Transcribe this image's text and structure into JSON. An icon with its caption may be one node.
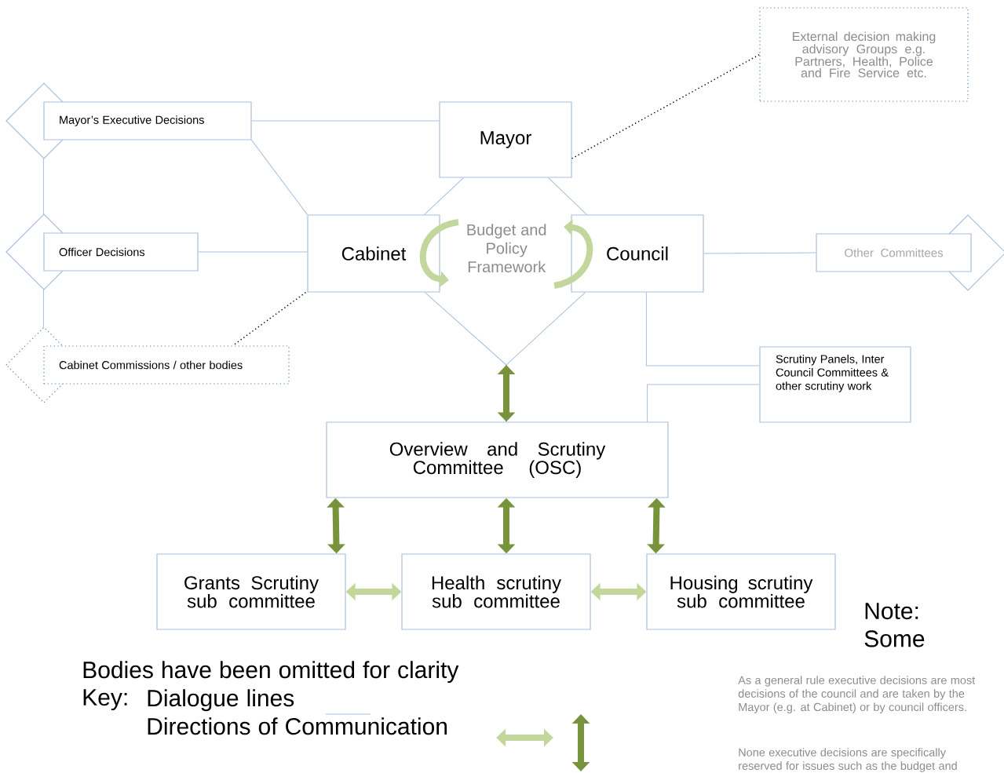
{
  "diagram": {
    "nodes": [
      {
        "text": [
          "External decision making advisory Groups e.g. Partners, Health, Police and Fire Service etc."
        ]
      },
      {
        "text": [
          "Mayor’s Executive Decisions"
        ]
      },
      {
        "text": [
          "Mayor"
        ]
      },
      {
        "text": [
          "Officer Decisions"
        ]
      },
      {
        "text": [
          "Cabinet"
        ]
      },
      {
        "text": [
          "Council"
        ]
      },
      {
        "text": [
          "Other Committees"
        ]
      },
      {
        "text": [
          "Cabinet Commissions / other bodies"
        ]
      },
      {
        "text": [
          "Scrutiny Panels, Inter Council Committees & other scrutiny work"
        ]
      },
      {
        "text": [
          "Overview and Scrutiny Committee (OSC)"
        ]
      },
      {
        "text": [
          "Grants Scrutiny sub committee"
        ]
      },
      {
        "text": [
          "Health scrutiny sub committee"
        ]
      },
      {
        "text": [
          "Housing scrutiny sub committee"
        ]
      }
    ],
    "edges": [
      {
        "from": 1,
        "to": 2,
        "arrow": "none"
      },
      {
        "from": 1,
        "to": 4,
        "arrow": "none"
      },
      {
        "from": 2,
        "to": 4,
        "arrow": "none"
      },
      {
        "from": 2,
        "to": 5,
        "arrow": "none"
      },
      {
        "from": 2,
        "to": 0,
        "arrow": "none",
        "style": "dashed",
        "color": "#000000"
      },
      {
        "from": 1,
        "to": 3,
        "arrow": "none"
      },
      {
        "from": 3,
        "to": 4,
        "arrow": "none"
      },
      {
        "from": 3,
        "to": 7,
        "arrow": "none"
      },
      {
        "from": 4,
        "to": 7,
        "arrow": "none",
        "style": "dashed",
        "color": "#000000"
      },
      {
        "from": 5,
        "to": 6,
        "arrow": "none"
      },
      {
        "from": 5,
        "to": 8,
        "arrow": "none"
      },
      {
        "from": 9,
        "to": 8,
        "arrow": "none"
      },
      {
        "from": 4,
        "to": 9,
        "arrow": "none"
      },
      {
        "from": 5,
        "to": 9,
        "arrow": "none"
      },
      {
        "from": null,
        "to": 9,
        "arrow": "both",
        "style": "thick",
        "color": "#77933c"
      },
      {
        "from": 9,
        "to": 10,
        "arrow": "both",
        "style": "thick",
        "color": "#77933c"
      },
      {
        "from": 9,
        "to": 11,
        "arrow": "both",
        "style": "thick",
        "color": "#77933c"
      },
      {
        "from": 9,
        "to": 12,
        "arrow": "both",
        "style": "thick",
        "color": "#77933c"
      },
      {
        "from": 10,
        "to": 11,
        "arrow": "both",
        "style": "thick",
        "color": "#c3d69b"
      },
      {
        "from": 11,
        "to": 12,
        "arrow": "both",
        "style": "thick",
        "color": "#c3d69b"
      }
    ],
    "labels": [
      "Budget and Policy Framework",
      "Note: Some",
      "Bodies have been omitted for clarity",
      "Key:",
      "As a general rule executive decisions are most decisions of the council and are taken by the Mayor (e.g. at Cabinet) or by council officers.",
      "None executive decisions are specifically reserved for issues such as the budget and"
    ],
    "legend": [
      {
        "text": "Dialogue lines"
      },
      {
        "text": "Directions of Communication"
      }
    ]
  }
}
